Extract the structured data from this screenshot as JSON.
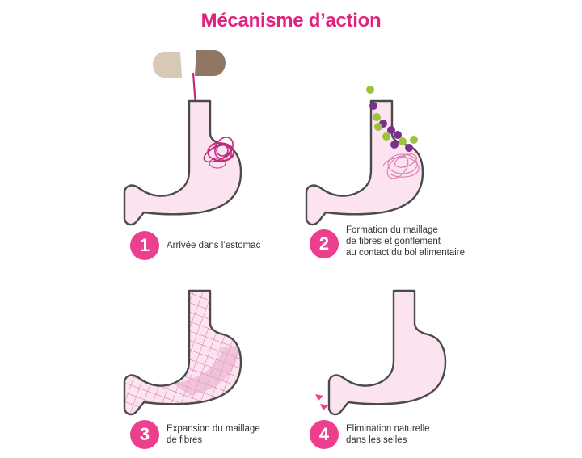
{
  "title": "Mécanisme d’action",
  "colors": {
    "accent": "#e0237f",
    "badge": "#ec3f8d",
    "stomach_fill": "#fbe3f0",
    "stomach_outline": "#4a4a4a",
    "fiber": "#c42a7c",
    "granule_green": "#9bc33c",
    "granule_purple": "#7a2f8c",
    "capsule_light": "#d7c9b5",
    "capsule_dark": "#8f7763"
  },
  "steps": [
    {
      "number": "1",
      "text": "Arrivée dans l’estomac"
    },
    {
      "number": "2",
      "text": "Formation du maillage\nde fibres et gonflement\nau contact du bol alimentaire"
    },
    {
      "number": "3",
      "text": "Expansion du maillage\nde fibres"
    },
    {
      "number": "4",
      "text": "Elimination naturelle\ndans les selles"
    }
  ]
}
